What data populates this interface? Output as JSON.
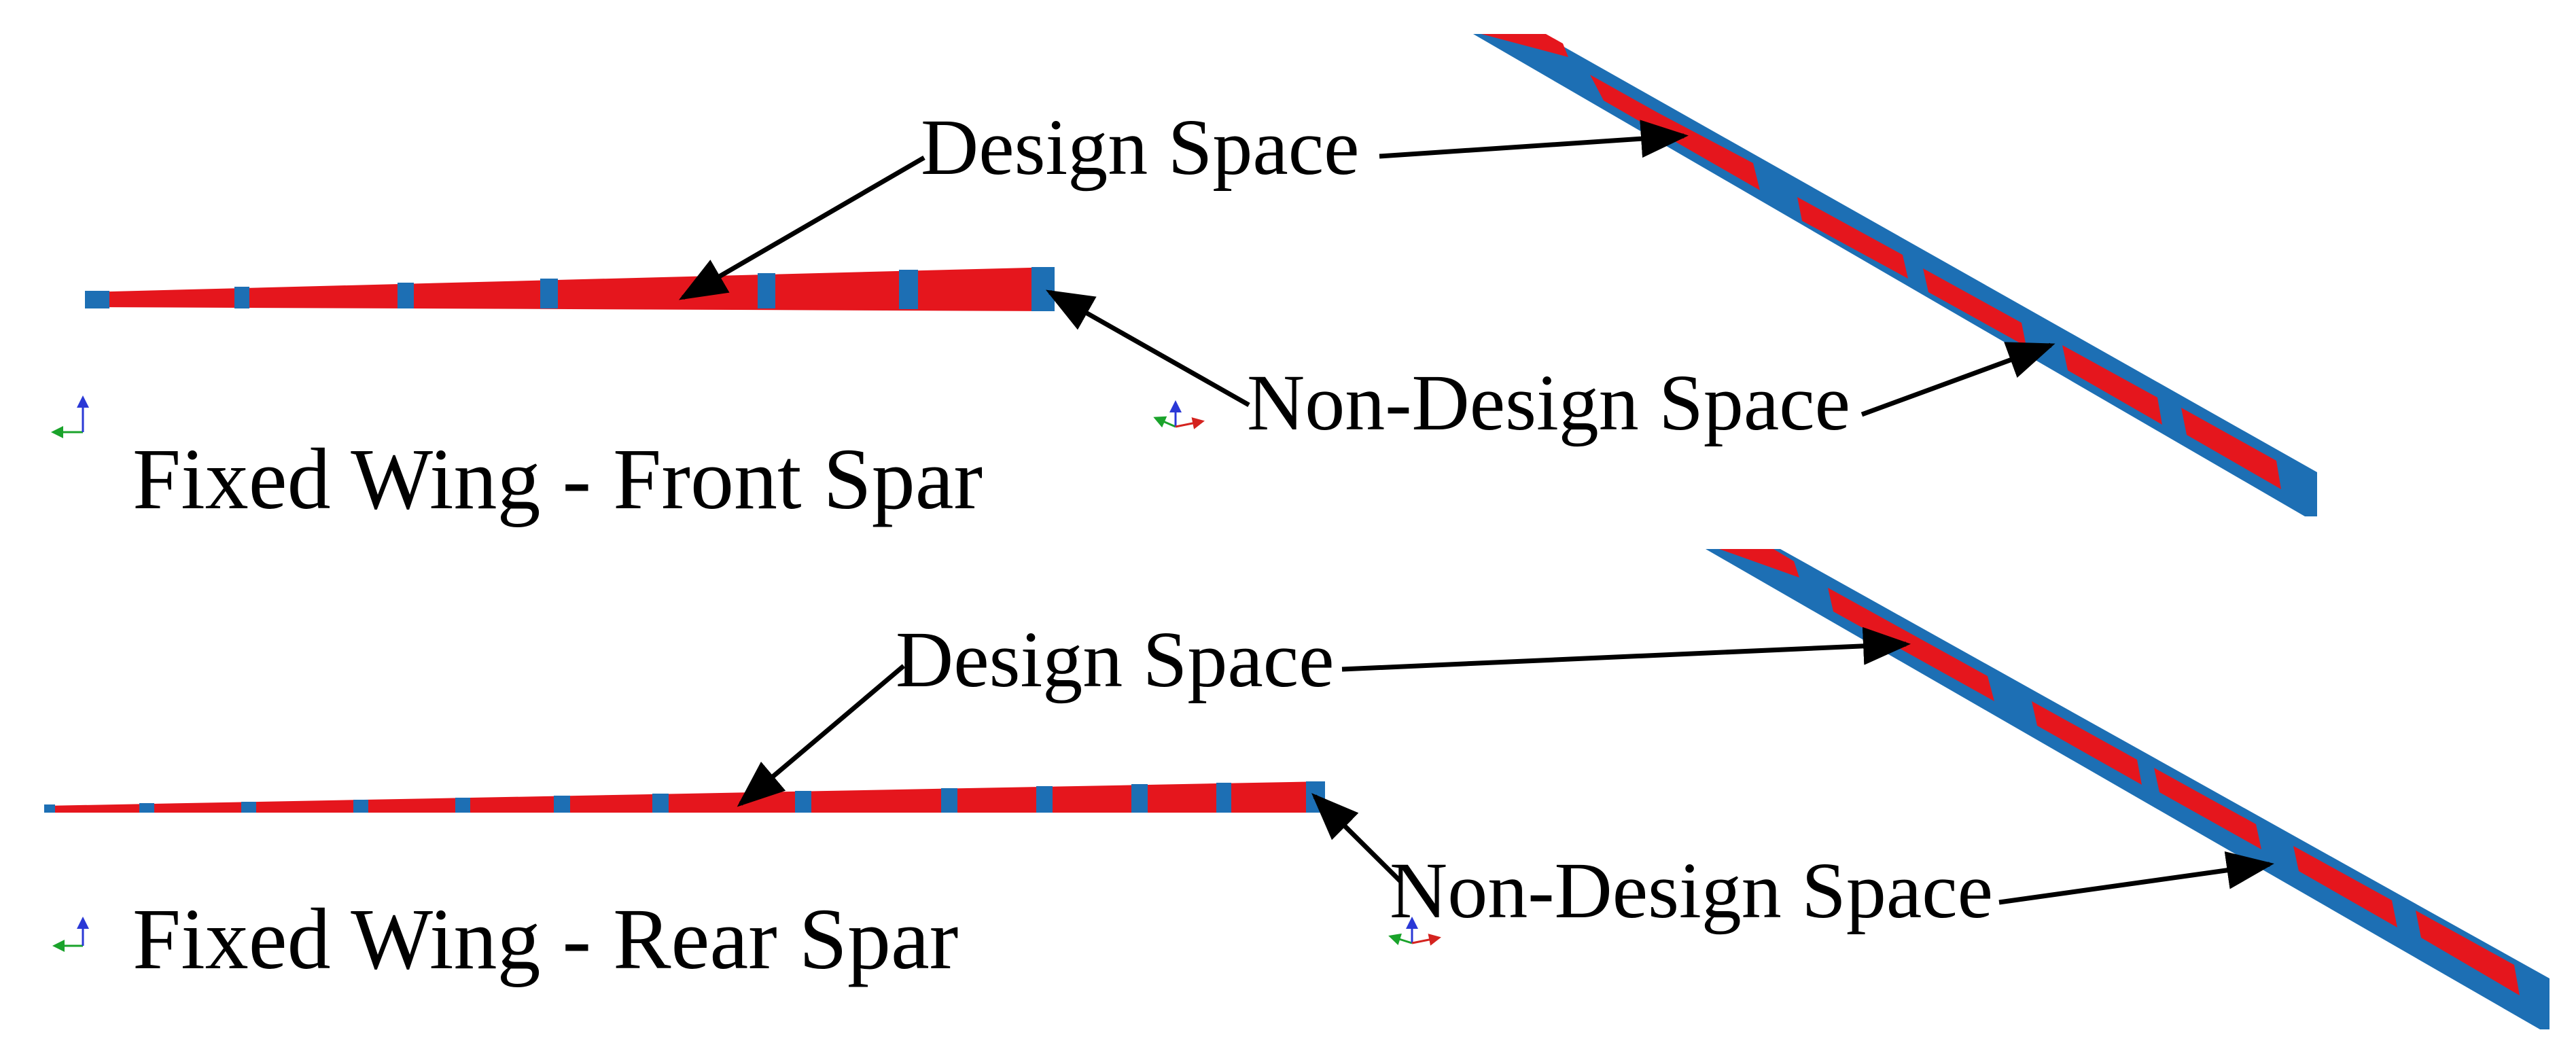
{
  "colors": {
    "design_space": "#e5161d",
    "non_design_space": "#1d6fb4",
    "arrow": "#000000",
    "triad_x": "#1aa32b",
    "triad_y": "#2a38d6",
    "triad_z": "#d4231f"
  },
  "panels": [
    {
      "title": "Fixed Wing - Front Spar",
      "design_label": "Design Space",
      "non_design_label": "Non-Design Space"
    },
    {
      "title": "Fixed Wing - Rear Spar",
      "design_label": "Design Space",
      "non_design_label": "Non-Design Space"
    }
  ],
  "icons": [
    "coordinate-triad-icon"
  ]
}
